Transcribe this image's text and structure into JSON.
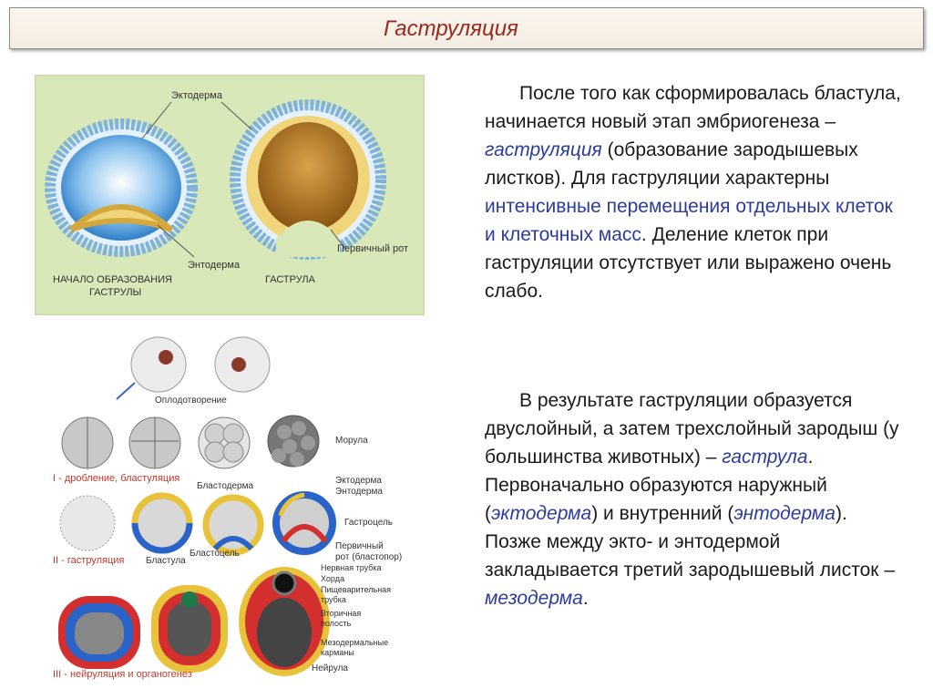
{
  "slide": {
    "title": "Гаструляция"
  },
  "figure_top": {
    "labels": {
      "ectoderm": "Эктодерма",
      "endoderm": "Энтодерма",
      "primary_mouth": "Первичный рот",
      "stage_start_line1": "НАЧАЛО ОБРАЗОВАНИЯ",
      "stage_start_line2": "ГАСТРУЛЫ",
      "stage_gastrula": "ГАСТРУЛА"
    }
  },
  "figure_bottom": {
    "labels": {
      "fertilization": "Оплодотворение",
      "morula": "Морула",
      "section1": "I - дробление, бластуляция",
      "blastoderm": "Бластодерма",
      "ectoderm": "Эктодерма",
      "endoderm": "Энтодерма",
      "gastrocoel": "Гастроцель",
      "primary_mouth_1": "Первичный",
      "primary_mouth_2": "рот (бластопор)",
      "section2": "II - гаструляция",
      "blastula": "Бластула",
      "blastocoel": "Бластоцель",
      "neural_tube": "Нервная трубка",
      "chorda": "Хорда",
      "digestive_1": "Пищеварительная",
      "digestive_2": "трубка",
      "secondary_1": "Вторичная",
      "secondary_2": "полость",
      "mesodermal_1": "Мезодермальные",
      "mesodermal_2": "карманы",
      "neurula": "Нейрула",
      "section3": "III - нейруляция и органогенез"
    }
  },
  "text": {
    "p1_a": "После того как сформировалась бластула, начинается новый этап эмбриогенеза – ",
    "p1_term": "гаструляция",
    "p1_b": " (образование зародышевых листков). Для гаструляции характерны ",
    "p1_hl": "интенсивные перемещения отдельных клеток и клеточных масс",
    "p1_c": ". Деление клеток при гаструляции отсутствует или выражено очень слабо.",
    "p2_a": "В результате гаструляции образуется двуслойный, а затем трехслойный зародыш (у большинства животных) – ",
    "p2_gastrula": "гаструла",
    "p2_b": ". Первоначально образуются наружный (",
    "p2_ecto": "эктодерма",
    "p2_c": ") и внутренний (",
    "p2_endo": "энтодерма",
    "p2_d": "). Позже между экто- и энтодермой закладывается третий зародышевый листок – ",
    "p2_meso": "мезодерма",
    "p2_e": "."
  },
  "colors": {
    "title": "#9b2a1e",
    "highlight": "#2b3c9e",
    "figure_bg": "#d8e8b8"
  }
}
